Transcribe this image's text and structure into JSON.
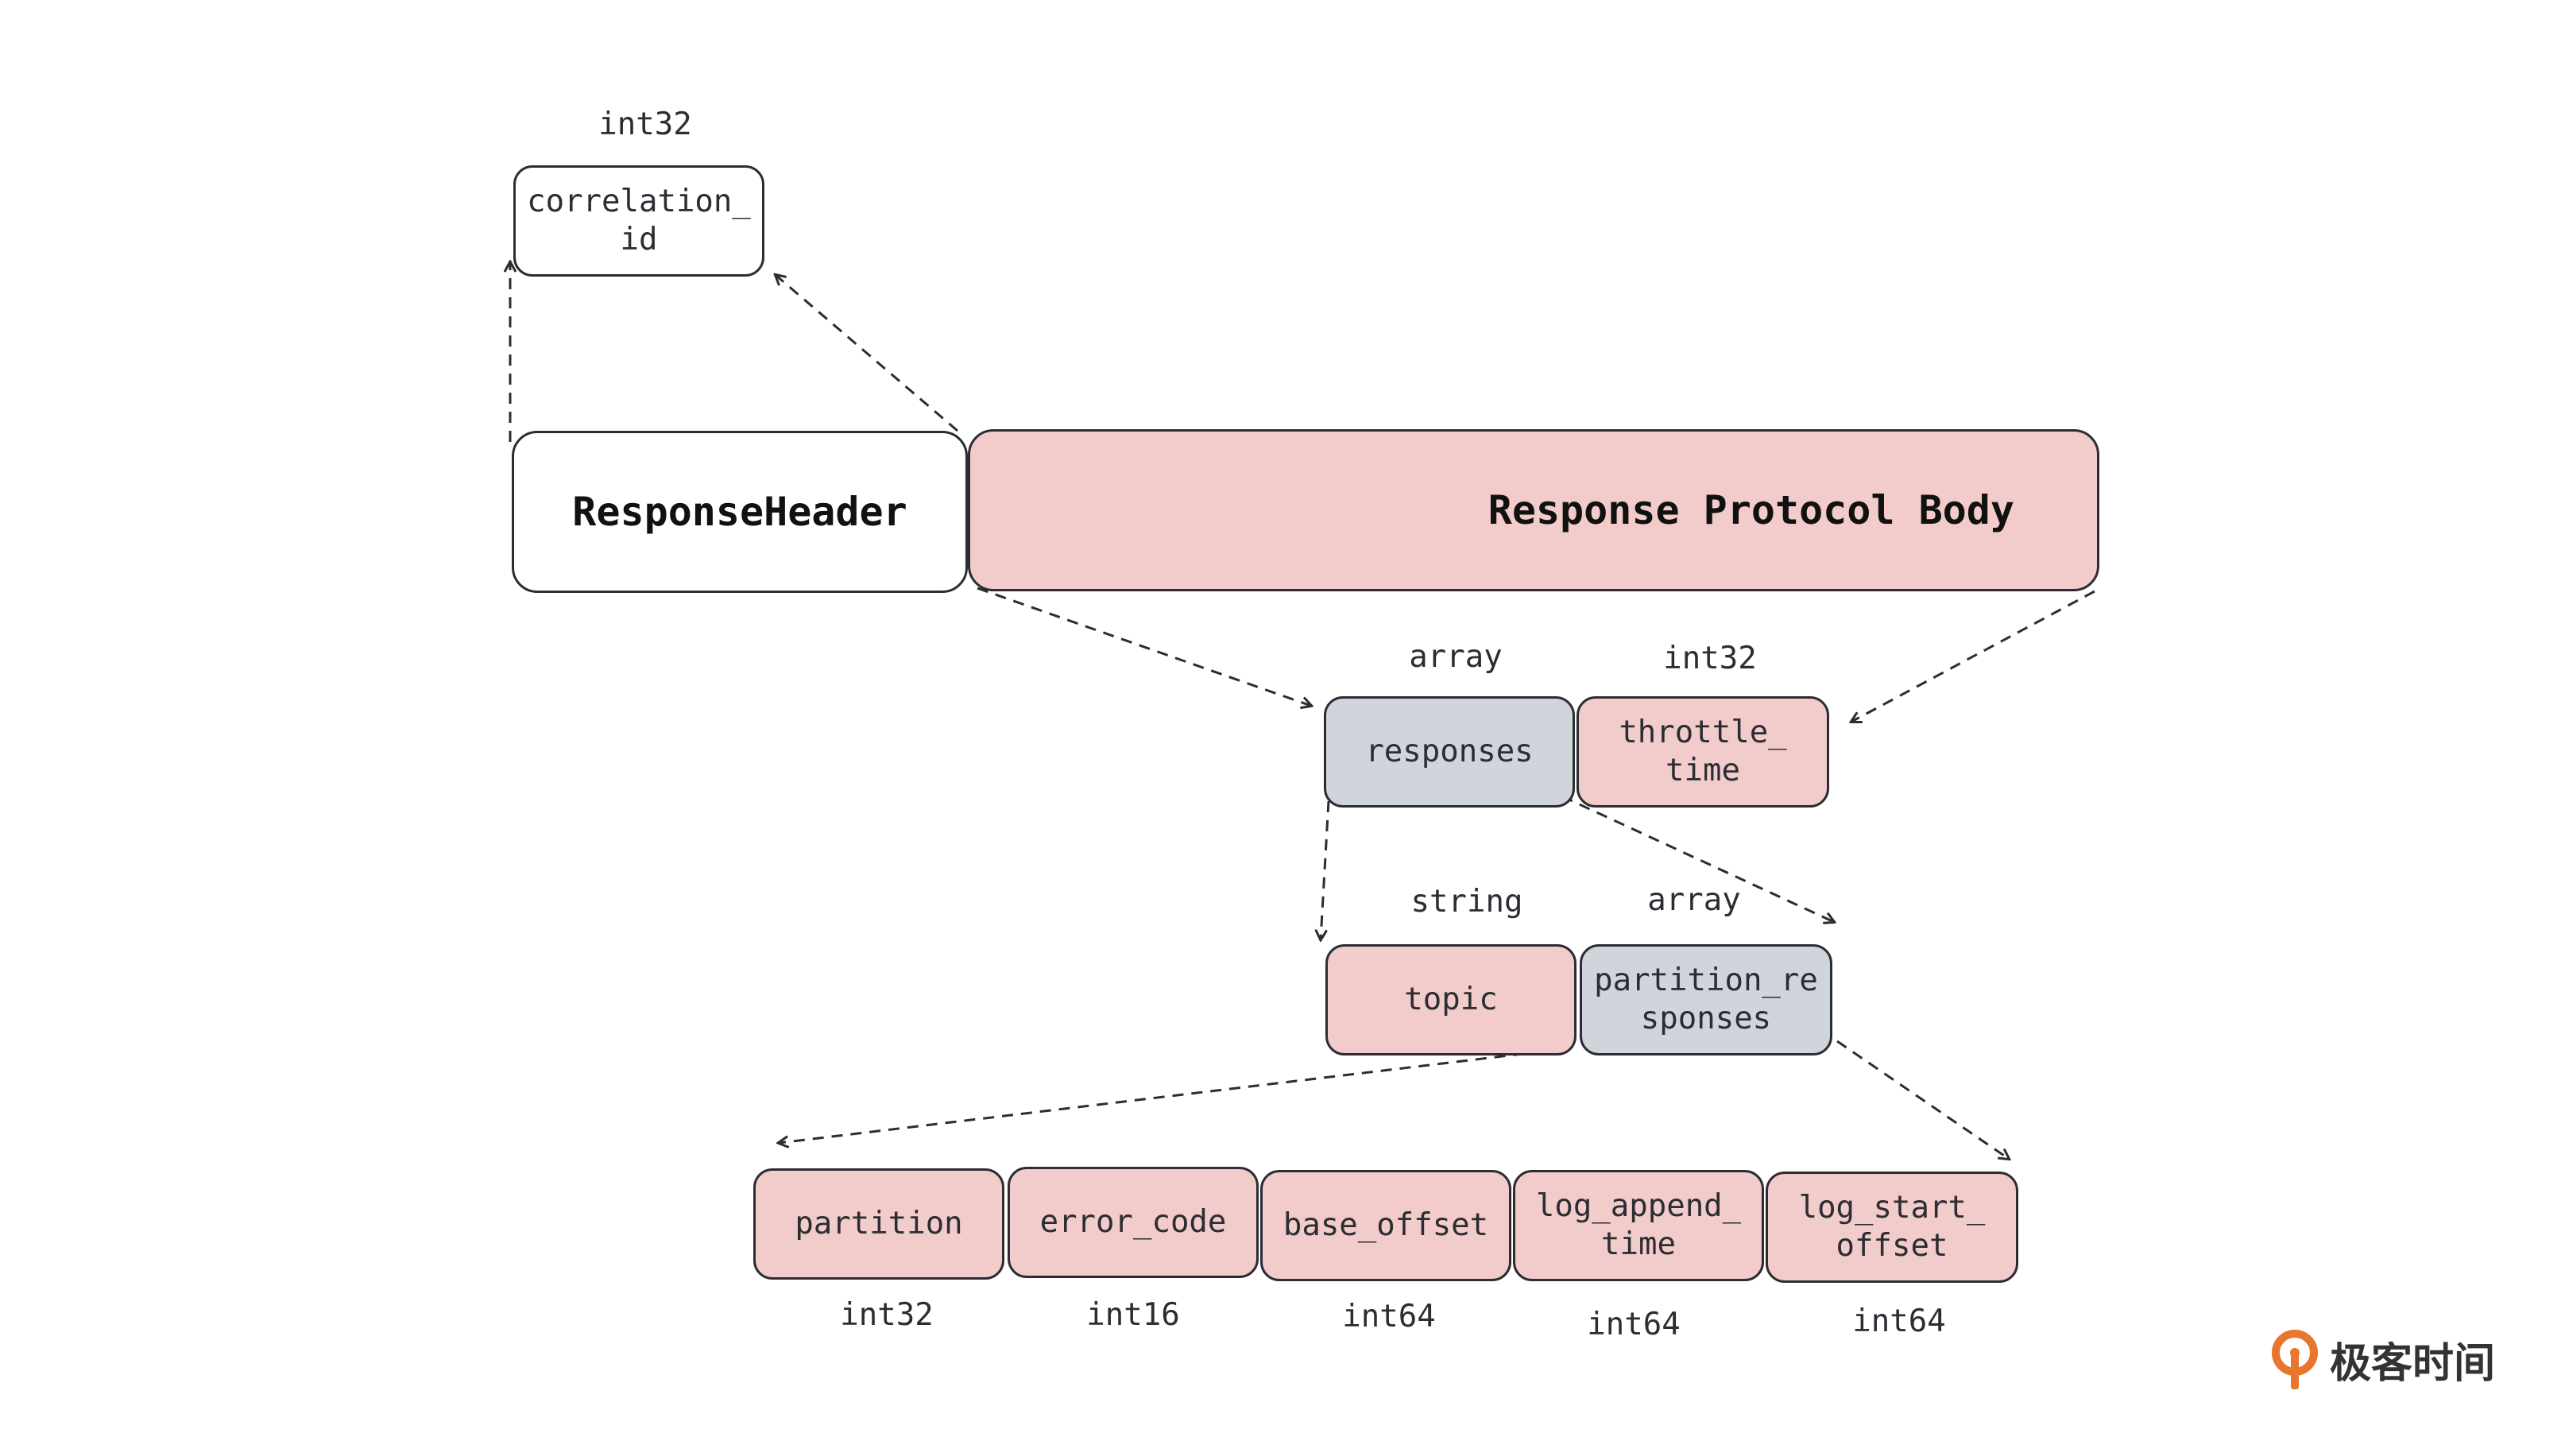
{
  "boxes": {
    "correlation_id": "correlation_\nid",
    "response_header": "ResponseHeader",
    "response_body": "Response Protocol Body",
    "responses": "responses",
    "throttle_time": "throttle_\ntime",
    "topic": "topic",
    "partition_responses": "partition_re\nsponses",
    "partition": "partition",
    "error_code": "error_code",
    "base_offset": "base_offset",
    "log_append_time": "log_append_\ntime",
    "log_start_offset": "log_start_\noffset"
  },
  "types": {
    "correlation_id": "int32",
    "responses": "array",
    "throttle_time": "int32",
    "topic": "string",
    "partition_responses": "array",
    "partition": "int32",
    "error_code": "int16",
    "base_offset": "int64",
    "log_append_time": "int64",
    "log_start_offset": "int64"
  },
  "logo": {
    "text": "极客时间",
    "color": "#e8762c"
  },
  "colors": {
    "pink": "#f2cbcb",
    "gray": "#d0d4db",
    "stroke": "#2b2d33"
  }
}
